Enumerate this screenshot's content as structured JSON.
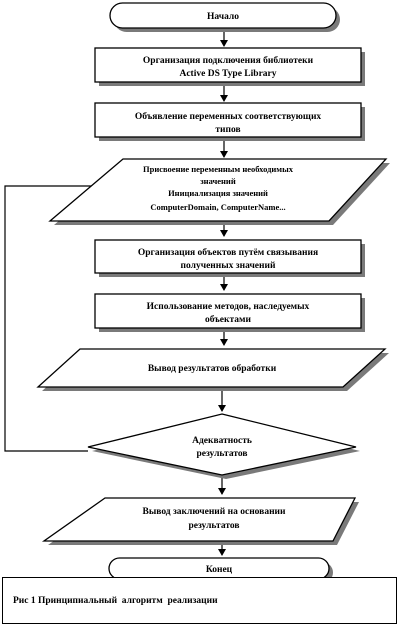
{
  "nodes": {
    "start": "Начало",
    "connect_library": [
      "Организация подключения библиотеки",
      "Active DS Type Library"
    ],
    "declare_variables": [
      "Объявление переменных соответствующих",
      "типов"
    ],
    "assign_values": [
      "Присвоение переменным необходимых",
      "значений",
      "Инициализация значений",
      "ComputerDomain, ComputerName..."
    ],
    "organize_objects": [
      "Организация объектов путём связывания",
      "полученных значений"
    ],
    "use_methods": [
      "Использование методов, наследуемых",
      "объектами"
    ],
    "output_results": "Вывод результатов обработки",
    "adequacy_check": [
      "Адекватность",
      "результатов"
    ],
    "output_conclusions": [
      "Вывод заключений на основании",
      "результатов"
    ],
    "end": "Конец"
  },
  "caption": "Рис 1 Принципиальный  алгоритм  реализации"
}
